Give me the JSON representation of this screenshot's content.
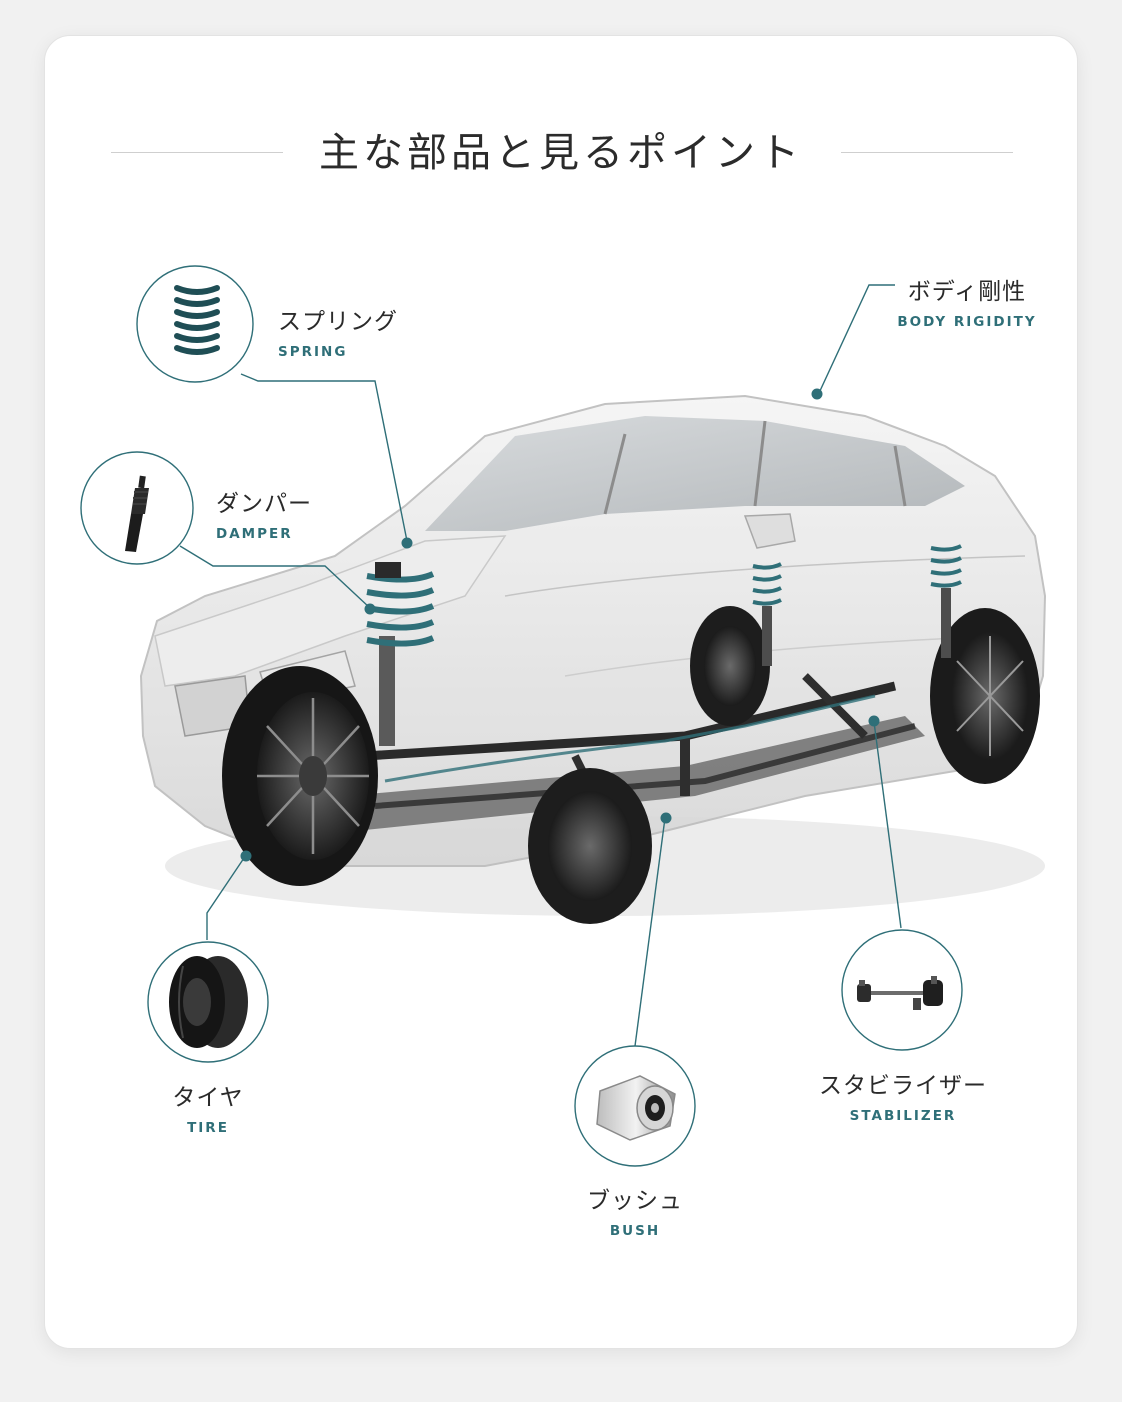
{
  "title": "主な部品と見るポイント",
  "colors": {
    "accent": "#2f6f78",
    "card_background": "#ffffff",
    "page_background": "#f1f1f1",
    "title_text": "#2b2b2b"
  },
  "image": {
    "subject": "car-chassis-cutaway",
    "icon": "car-icon"
  },
  "parts": [
    {
      "id": "spring",
      "label_jp": "スプリング",
      "label_en": "SPRING",
      "icon": "coil-spring-icon"
    },
    {
      "id": "damper",
      "label_jp": "ダンパー",
      "label_en": "DAMPER",
      "icon": "damper-icon"
    },
    {
      "id": "body",
      "label_jp": "ボディ剛性",
      "label_en": "BODY RIGIDITY"
    },
    {
      "id": "tire",
      "label_jp": "タイヤ",
      "label_en": "TIRE",
      "icon": "tire-icon"
    },
    {
      "id": "bush",
      "label_jp": "ブッシュ",
      "label_en": "BUSH",
      "icon": "bush-icon"
    },
    {
      "id": "stabilizer",
      "label_jp": "スタビライザー",
      "label_en": "STABILIZER",
      "icon": "stabilizer-link-icon"
    }
  ]
}
